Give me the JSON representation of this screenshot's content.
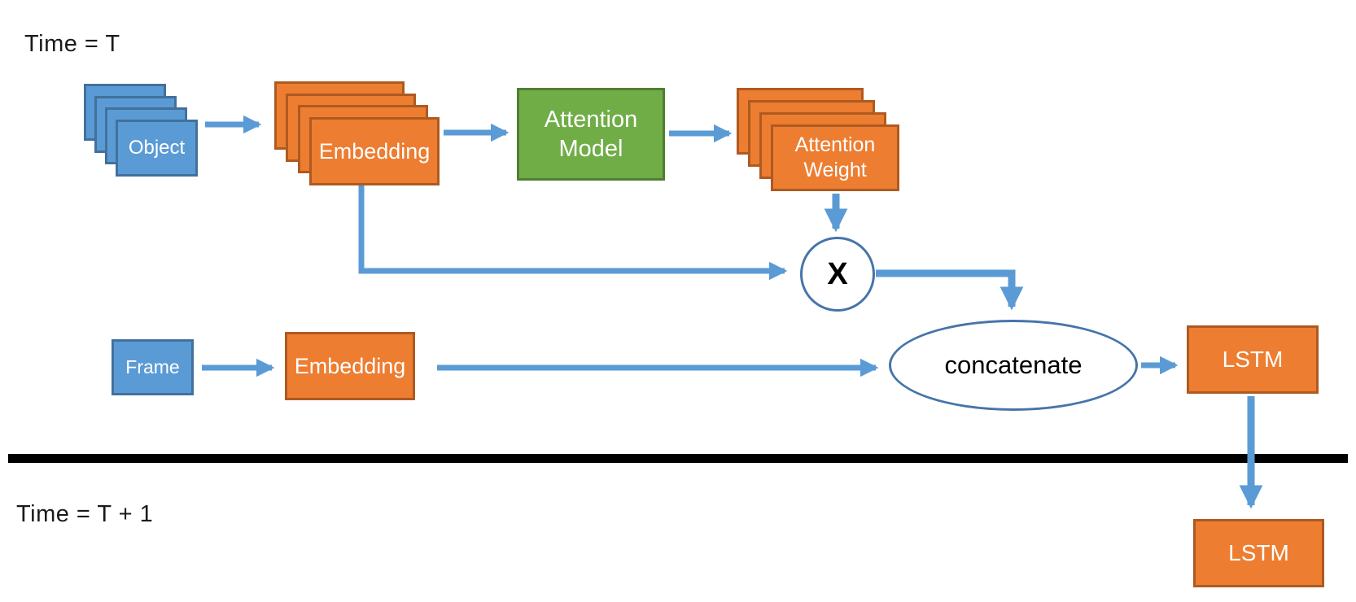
{
  "titles": {
    "time_t": "Time = T",
    "time_t1": "Time = T + 1"
  },
  "nodes": {
    "object": {
      "label": "Object",
      "type": "stacked",
      "color": "blue"
    },
    "embedding_top": {
      "label": "Embedding",
      "type": "stacked",
      "color": "orange"
    },
    "attention_model": {
      "line1": "Attention",
      "line2": "Model",
      "color": "green"
    },
    "attention_weight": {
      "line1": "Attention",
      "line2": "Weight",
      "type": "stacked",
      "color": "orange"
    },
    "multiply": {
      "label": "X",
      "shape": "circle"
    },
    "frame": {
      "label": "Frame",
      "color": "blue"
    },
    "embedding_bottom": {
      "label": "Embedding",
      "color": "orange"
    },
    "concatenate": {
      "label": "concatenate",
      "shape": "ellipse"
    },
    "lstm_t": {
      "label": "LSTM",
      "color": "orange"
    },
    "lstm_t1": {
      "label": "LSTM",
      "color": "orange"
    }
  },
  "edges": [
    "object -> embedding_top",
    "embedding_top -> attention_model",
    "attention_model -> attention_weight",
    "attention_weight -> multiply",
    "embedding_top -> multiply",
    "multiply -> concatenate",
    "frame -> embedding_bottom",
    "embedding_bottom -> concatenate",
    "concatenate -> lstm_t",
    "lstm_t -> lstm_t1"
  ],
  "colors": {
    "blue_fill": "#5B9BD5",
    "blue_border": "#41719C",
    "orange_fill": "#ED7D31",
    "orange_border": "#AE5A21",
    "green_fill": "#70AD47",
    "green_border": "#507E32",
    "arrow": "#5B9BD5",
    "shape_outline": "#4674A9",
    "divider": "#000000"
  }
}
